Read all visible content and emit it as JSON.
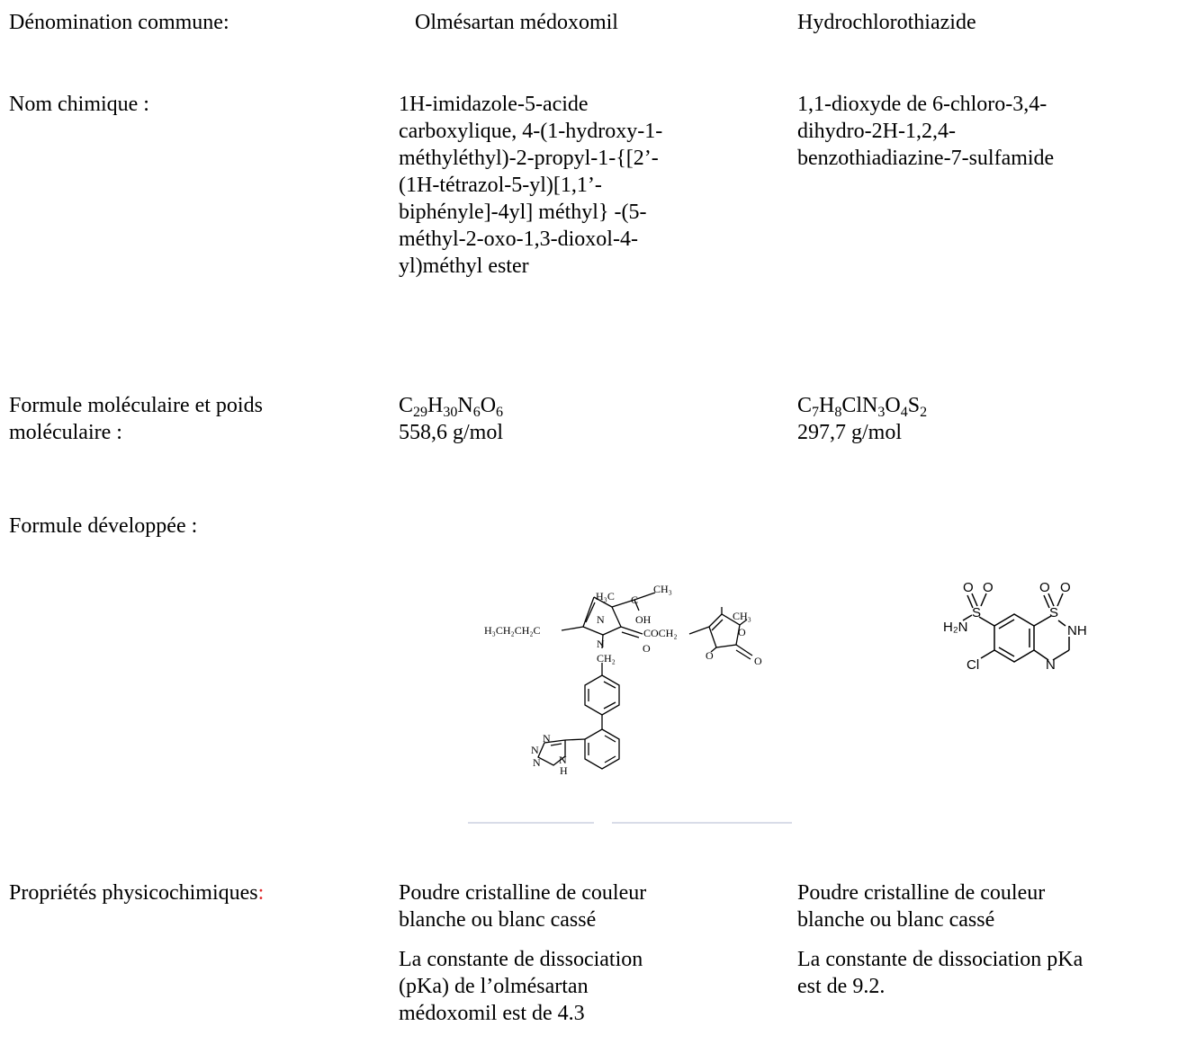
{
  "rows": {
    "denomination": {
      "label": "Dénomination commune:",
      "col1": "Olmésartan  médoxomil",
      "col2": "Hydrochlorothiazide"
    },
    "nom_chimique": {
      "label": "Nom chimique :",
      "col1": [
        "1H-imidazole-5-acide",
        "carboxylique, 4-(1-hydroxy-1-",
        "méthyléthyl)-2-propyl-1-{[2’-",
        "(1H-tétrazol-5-yl)[1,1’-",
        "biphényle]-4yl] méthyl} -(5-",
        "méthyl-2-oxo-1,3-dioxol-4-",
        "yl)méthyl ester"
      ],
      "col2": [
        "1,1-dioxyde de 6-chloro-3,4-",
        "dihydro-2H-1,2,4-",
        "benzothiadiazine-7-sulfamide"
      ]
    },
    "formule": {
      "label": [
        "Formule moléculaire et poids",
        "moléculaire :"
      ],
      "col1": {
        "formula": [
          {
            "el": "C",
            "n": "29"
          },
          {
            "el": "H",
            "n": "30"
          },
          {
            "el": "N",
            "n": "6"
          },
          {
            "el": "O",
            "n": "6"
          }
        ],
        "weight": "558,6 g/mol"
      },
      "col2": {
        "formula": [
          {
            "el": "C",
            "n": "7"
          },
          {
            "el": "H",
            "n": "8"
          },
          {
            "el": "ClN",
            "n": "3"
          },
          {
            "el": "O",
            "n": "4"
          },
          {
            "el": "S",
            "n": "2"
          }
        ],
        "weight": "297,7 g/mol"
      }
    },
    "developpee": {
      "label": "Formule développée :",
      "olmesartan_structure": {
        "labels": {
          "ch3_top_left": "H₃C",
          "ch3_top_right": "CH₃",
          "c": "C",
          "oh": "OH",
          "n_top": "N",
          "propyl": "H₃CH₂CH₂C",
          "n_bottom": "N",
          "ch2": "CH₂",
          "ch3_ring": "CH₃",
          "ester": "COCH₂",
          "o_carbonyl": "O",
          "o1": "O",
          "o2": "O",
          "o_keto": "O",
          "tz_n1": "N",
          "tz_n2": "N",
          "tz_n3": "N",
          "tz_n4": "N",
          "tz_h": "H"
        }
      },
      "hctz_structure": {
        "labels": {
          "o1": "O",
          "o2": "O",
          "o3": "O",
          "o4": "O",
          "s1": "S",
          "s2": "S",
          "h2n": "H₂N",
          "nh": "NH",
          "n": "N",
          "cl": "Cl"
        }
      }
    },
    "proprietes": {
      "label": "Propriétés physicochimiques",
      "label_colon": ":",
      "col1_p1": [
        "Poudre cristalline de couleur",
        "blanche ou blanc cassé"
      ],
      "col1_p2": [
        "La constante de dissociation",
        "(pKa) de l’olmésartan",
        "médoxomil est de 4.3"
      ],
      "col2_p1": [
        "Poudre cristalline de couleur",
        "blanche ou blanc cassé"
      ],
      "col2_p2": [
        "La constante de dissociation pKa",
        "est de 9.2."
      ]
    }
  },
  "colors": {
    "accent_red": "#e0292b",
    "faint_line": "#d8dce8"
  }
}
